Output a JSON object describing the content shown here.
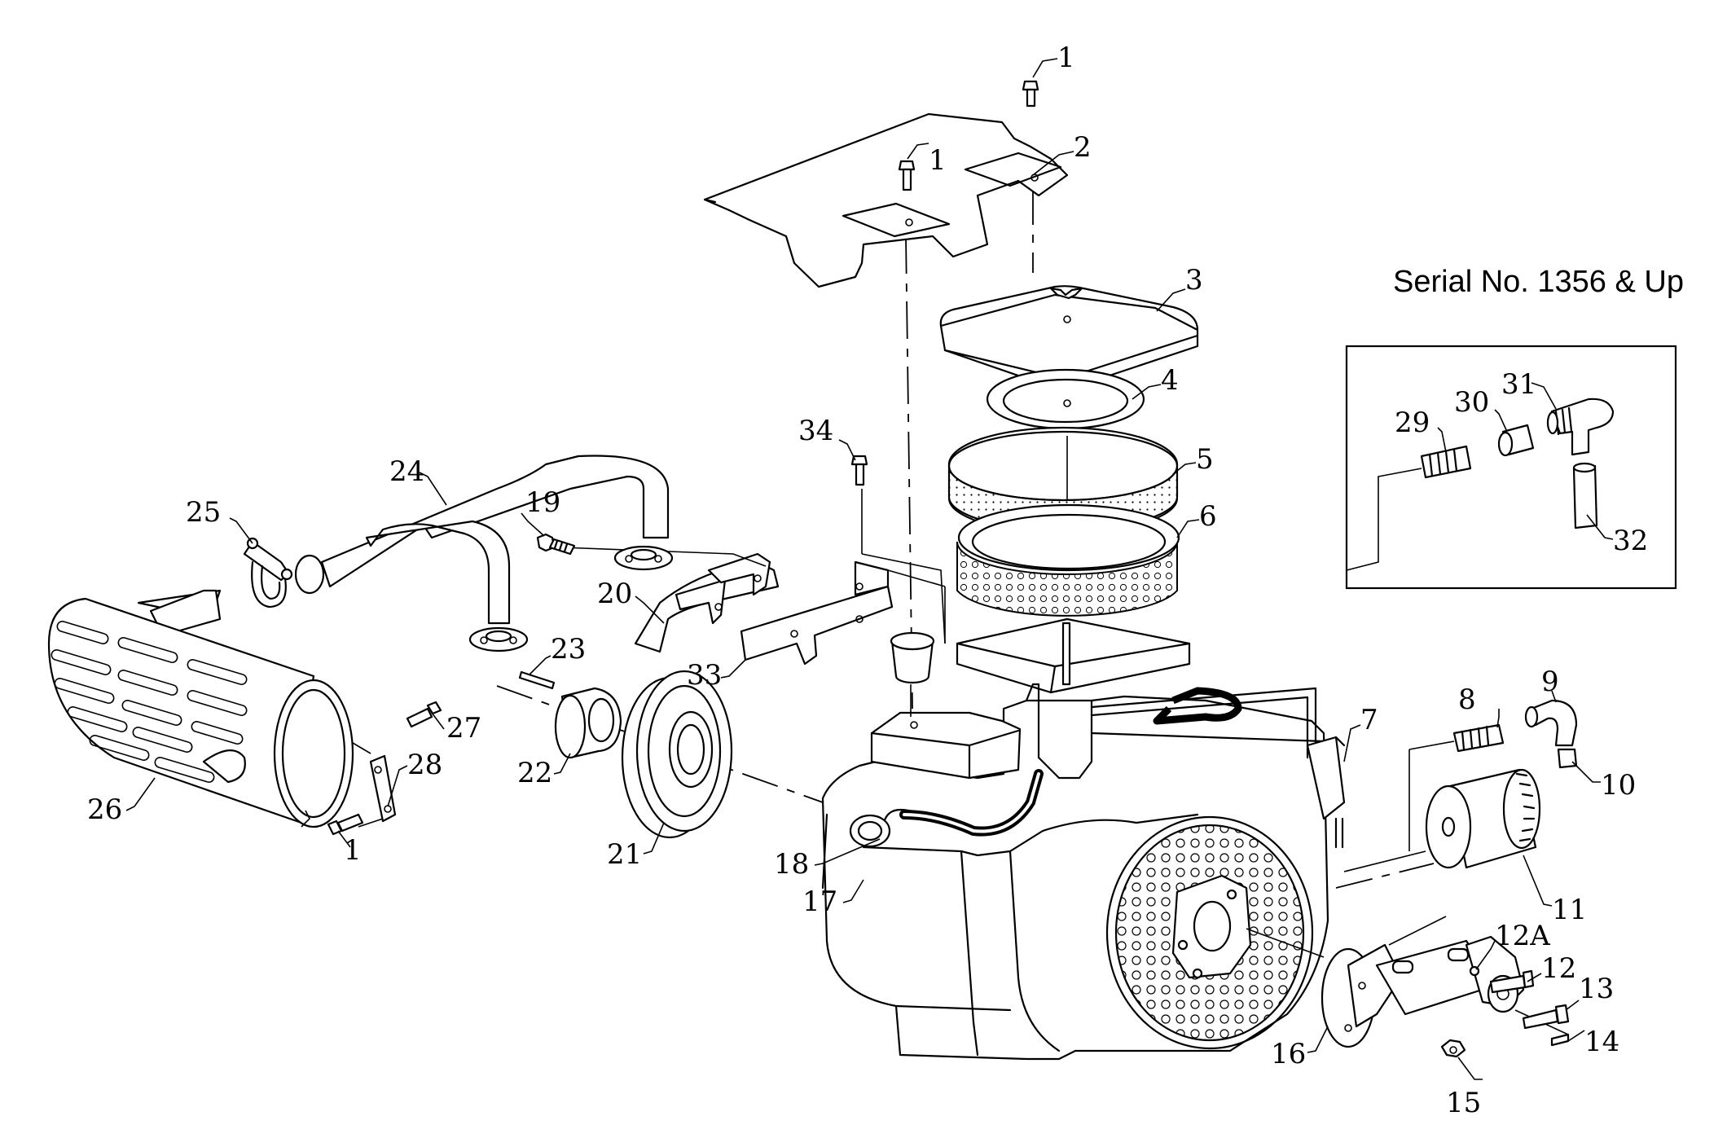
{
  "inset": {
    "title": "Serial No. 1356 & Up"
  },
  "labels": [
    {
      "id": "1a",
      "text": "1"
    },
    {
      "id": "1b",
      "text": "1"
    },
    {
      "id": "1c",
      "text": "1"
    },
    {
      "id": "2",
      "text": "2"
    },
    {
      "id": "3",
      "text": "3"
    },
    {
      "id": "4",
      "text": "4"
    },
    {
      "id": "5",
      "text": "5"
    },
    {
      "id": "6",
      "text": "6"
    },
    {
      "id": "7",
      "text": "7"
    },
    {
      "id": "8",
      "text": "8"
    },
    {
      "id": "9",
      "text": "9"
    },
    {
      "id": "10",
      "text": "10"
    },
    {
      "id": "11",
      "text": "11"
    },
    {
      "id": "12",
      "text": "12"
    },
    {
      "id": "12A",
      "text": "12A"
    },
    {
      "id": "13",
      "text": "13"
    },
    {
      "id": "14",
      "text": "14"
    },
    {
      "id": "15",
      "text": "15"
    },
    {
      "id": "16",
      "text": "16"
    },
    {
      "id": "17",
      "text": "17"
    },
    {
      "id": "18",
      "text": "18"
    },
    {
      "id": "19",
      "text": "19"
    },
    {
      "id": "20",
      "text": "20"
    },
    {
      "id": "21",
      "text": "21"
    },
    {
      "id": "22",
      "text": "22"
    },
    {
      "id": "23",
      "text": "23"
    },
    {
      "id": "24",
      "text": "24"
    },
    {
      "id": "25",
      "text": "25"
    },
    {
      "id": "26",
      "text": "26"
    },
    {
      "id": "27",
      "text": "27"
    },
    {
      "id": "28",
      "text": "28"
    },
    {
      "id": "29",
      "text": "29"
    },
    {
      "id": "30",
      "text": "30"
    },
    {
      "id": "31",
      "text": "31"
    },
    {
      "id": "32",
      "text": "32"
    },
    {
      "id": "33",
      "text": "33"
    },
    {
      "id": "34",
      "text": "34"
    }
  ]
}
